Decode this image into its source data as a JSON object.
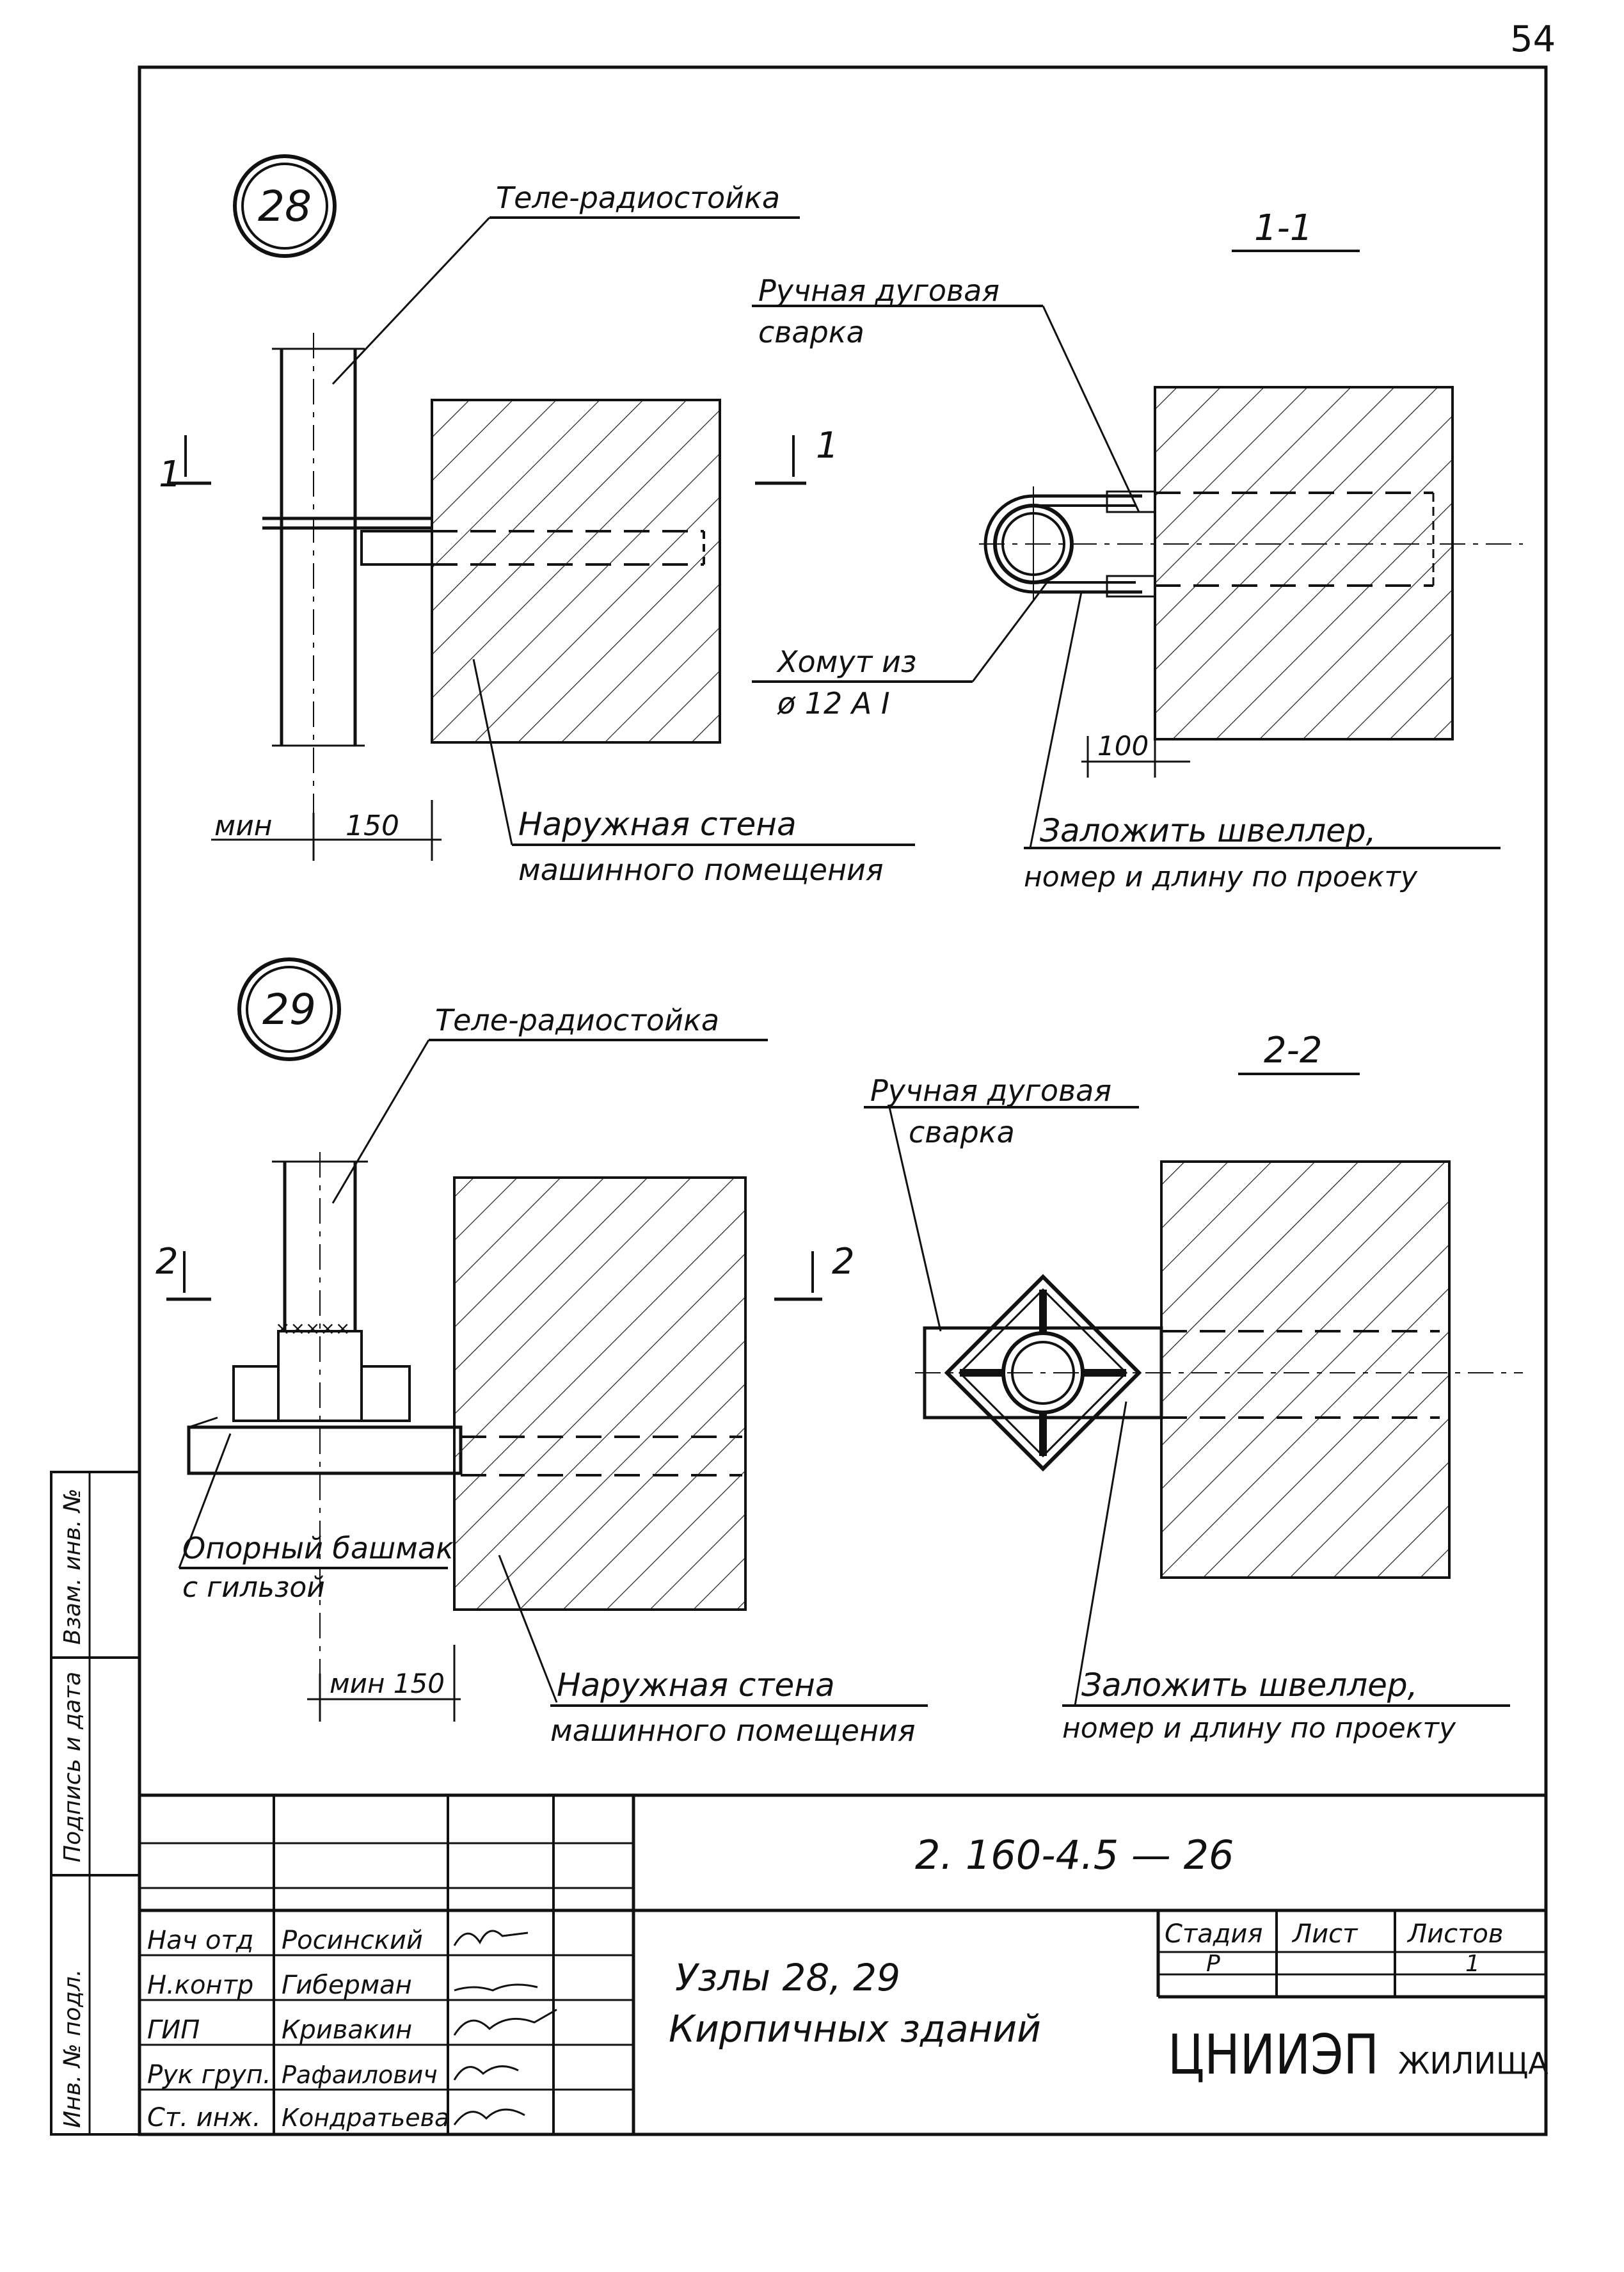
{
  "page_number": "54",
  "node_28": {
    "number": "28",
    "label_stand": "Теле-радиостойка",
    "section_label": "1-1",
    "cut_left": "1",
    "cut_right": "1",
    "weld_line1": "Ручная дуговая",
    "weld_line2": "сварка",
    "clamp_line1": "Хомут из",
    "clamp_line2": "ø 12 А I",
    "dim_min": "мин",
    "dim_150": "150",
    "dim_100": "100",
    "wall_line1": "Наружная стена",
    "wall_line2": "машинного помещения",
    "channel_line1": "Заложить швеллер,",
    "channel_line2": "номер и длину по проекту"
  },
  "node_29": {
    "number": "29",
    "label_stand": "Теле-радиостойка",
    "section_label": "2-2",
    "cut_left": "2",
    "cut_right": "2",
    "weld_line1": "Ручная дуговая",
    "weld_line2": "сварка",
    "shoe_line1": "Опорный башмак",
    "shoe_line2": "с гильзой",
    "dim_min150": "мин 150",
    "wall_line1": "Наружная стена",
    "wall_line2": "машинного помещения",
    "channel_line1": "Заложить швеллер,",
    "channel_line2": "номер и длину по проекту"
  },
  "side_stamp": [
    "Инв. № подл.",
    "Подпись и дата",
    "Взам. инв. №"
  ],
  "title_block": {
    "doc_code": "2. 160-4.5 — 26",
    "title_line1": "Узлы 28, 29",
    "title_line2": "Кирпичных зданий",
    "stage_header": "Стадия",
    "sheet_header": "Лист",
    "sheets_header": "Листов",
    "stage_value": "Р",
    "sheets_value": "1",
    "org_main": "ЦНИИЭП",
    "org_sub": "ЖИЛИЩА",
    "roles": [
      "Нач отд",
      "Н.контр",
      "ГИП",
      "Рук груп.",
      "Ст. инж."
    ],
    "names": [
      "Росинский",
      "Гиберман",
      "Кривакин",
      "Рафаилович",
      "Кондратьева"
    ]
  }
}
